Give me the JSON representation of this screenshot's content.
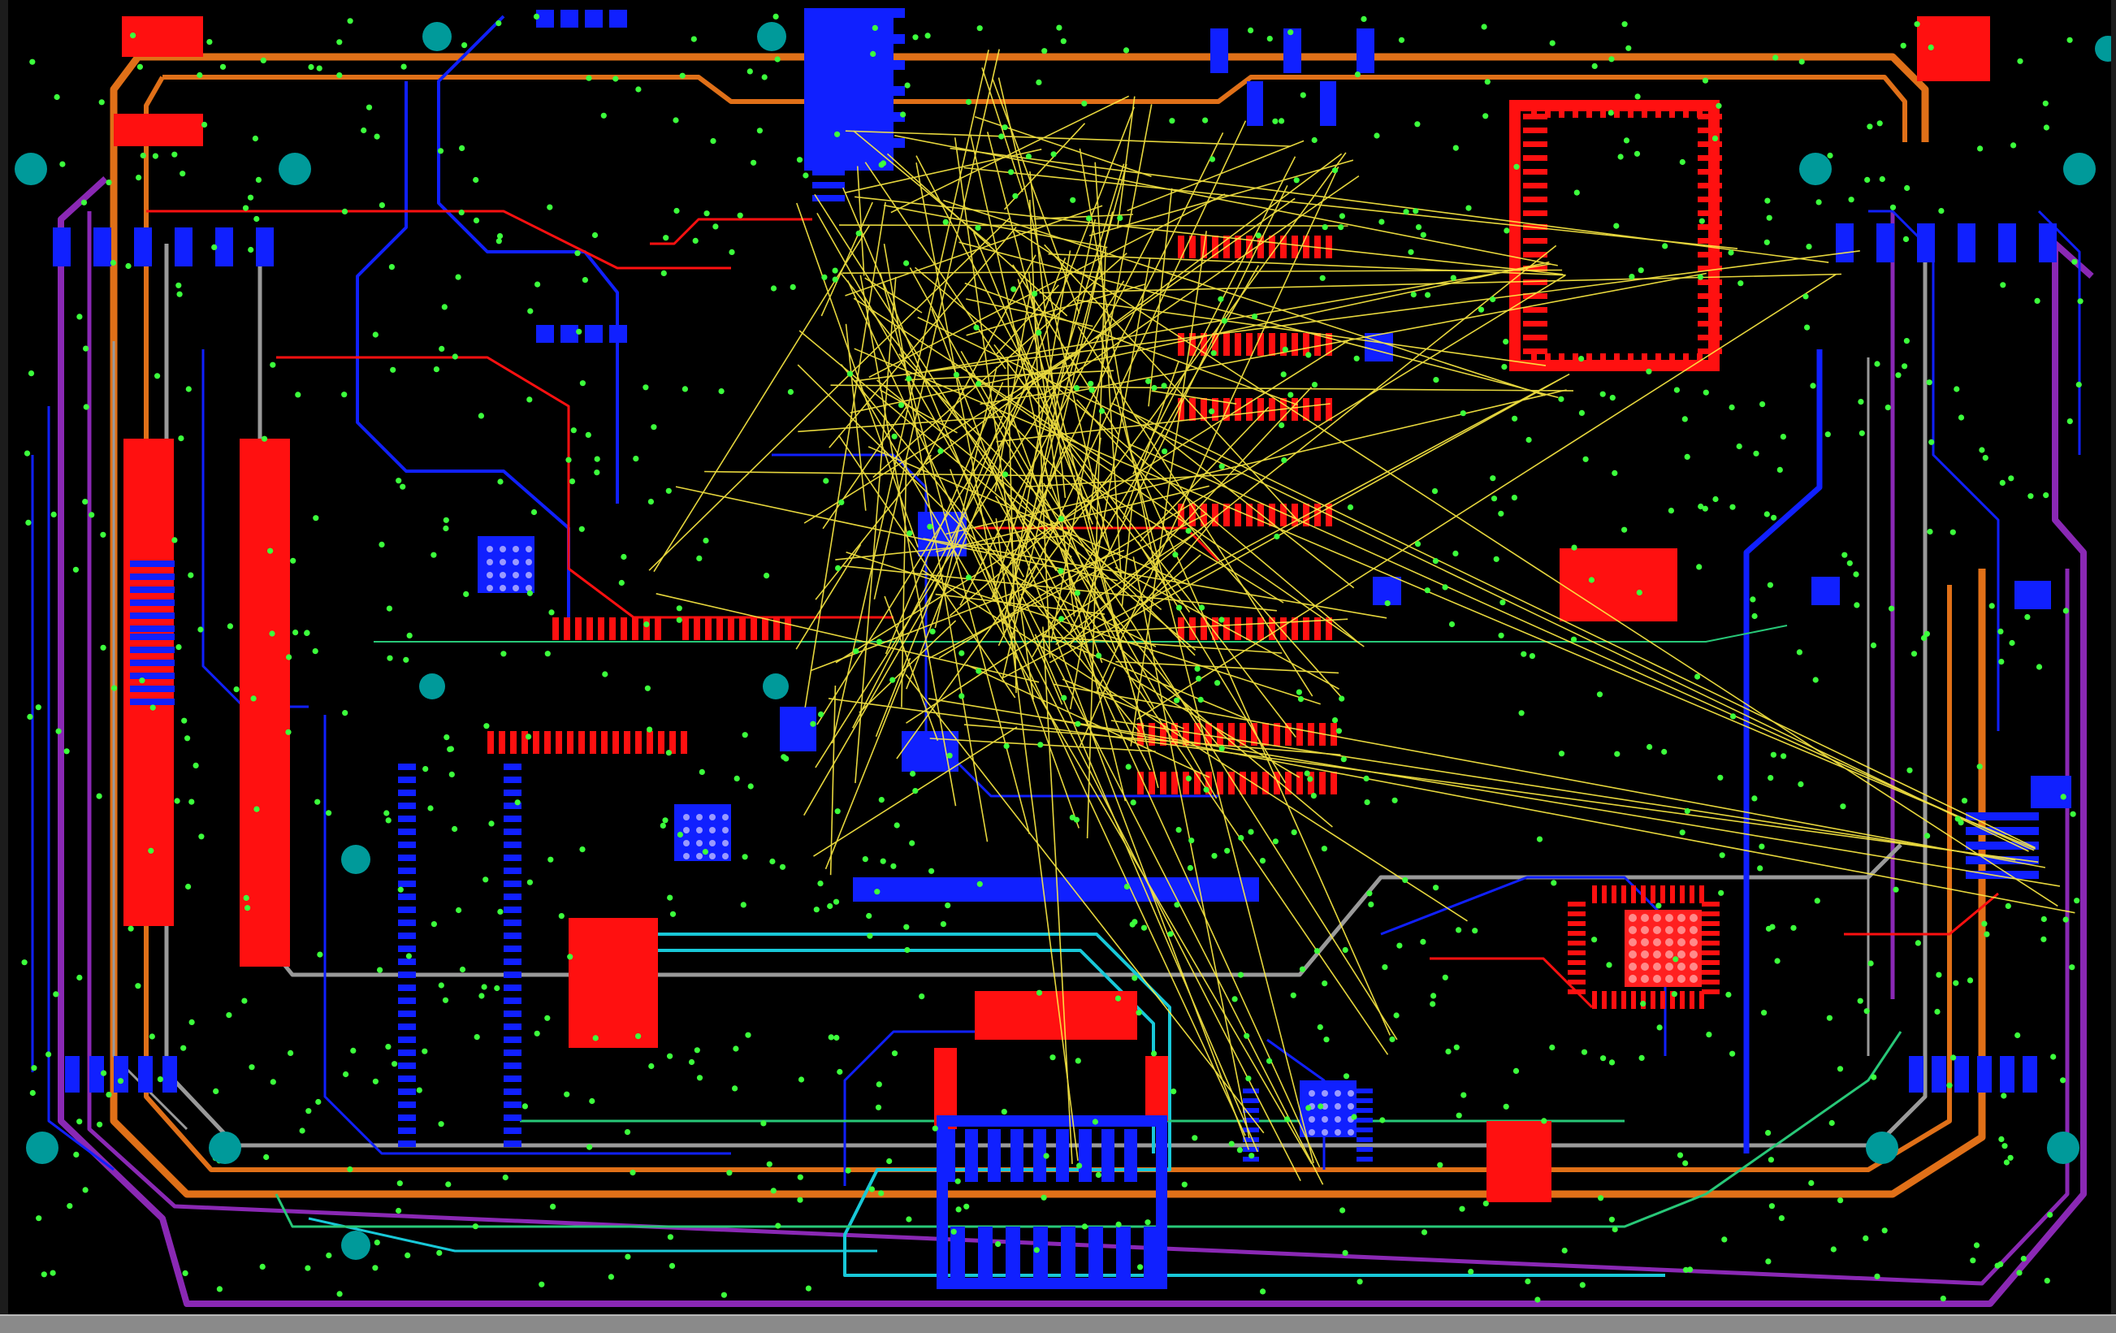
{
  "window": {
    "kind": "pcb-layout-editor"
  },
  "colors": {
    "background": "#000000",
    "top_copper": "#ff1010",
    "bottom_copper": "#1020ff",
    "ratsnest": "#ffee44",
    "via": "#3cff3c",
    "mount_hole": "#009a9a",
    "outline_orange": "#e07018",
    "outline_purple": "#8a28b4",
    "outline_gray": "#9a9a9a",
    "trace_teal": "#18c8d8",
    "trace_green": "#28c878",
    "status_strip": "#8a8a8a"
  },
  "layers": [
    {
      "name": "top-copper",
      "color_key": "top_copper"
    },
    {
      "name": "bottom-copper",
      "color_key": "bottom_copper"
    },
    {
      "name": "ratsnest",
      "color_key": "ratsnest"
    },
    {
      "name": "vias",
      "color_key": "via"
    },
    {
      "name": "board-outline",
      "color_key": "outline_orange"
    }
  ]
}
